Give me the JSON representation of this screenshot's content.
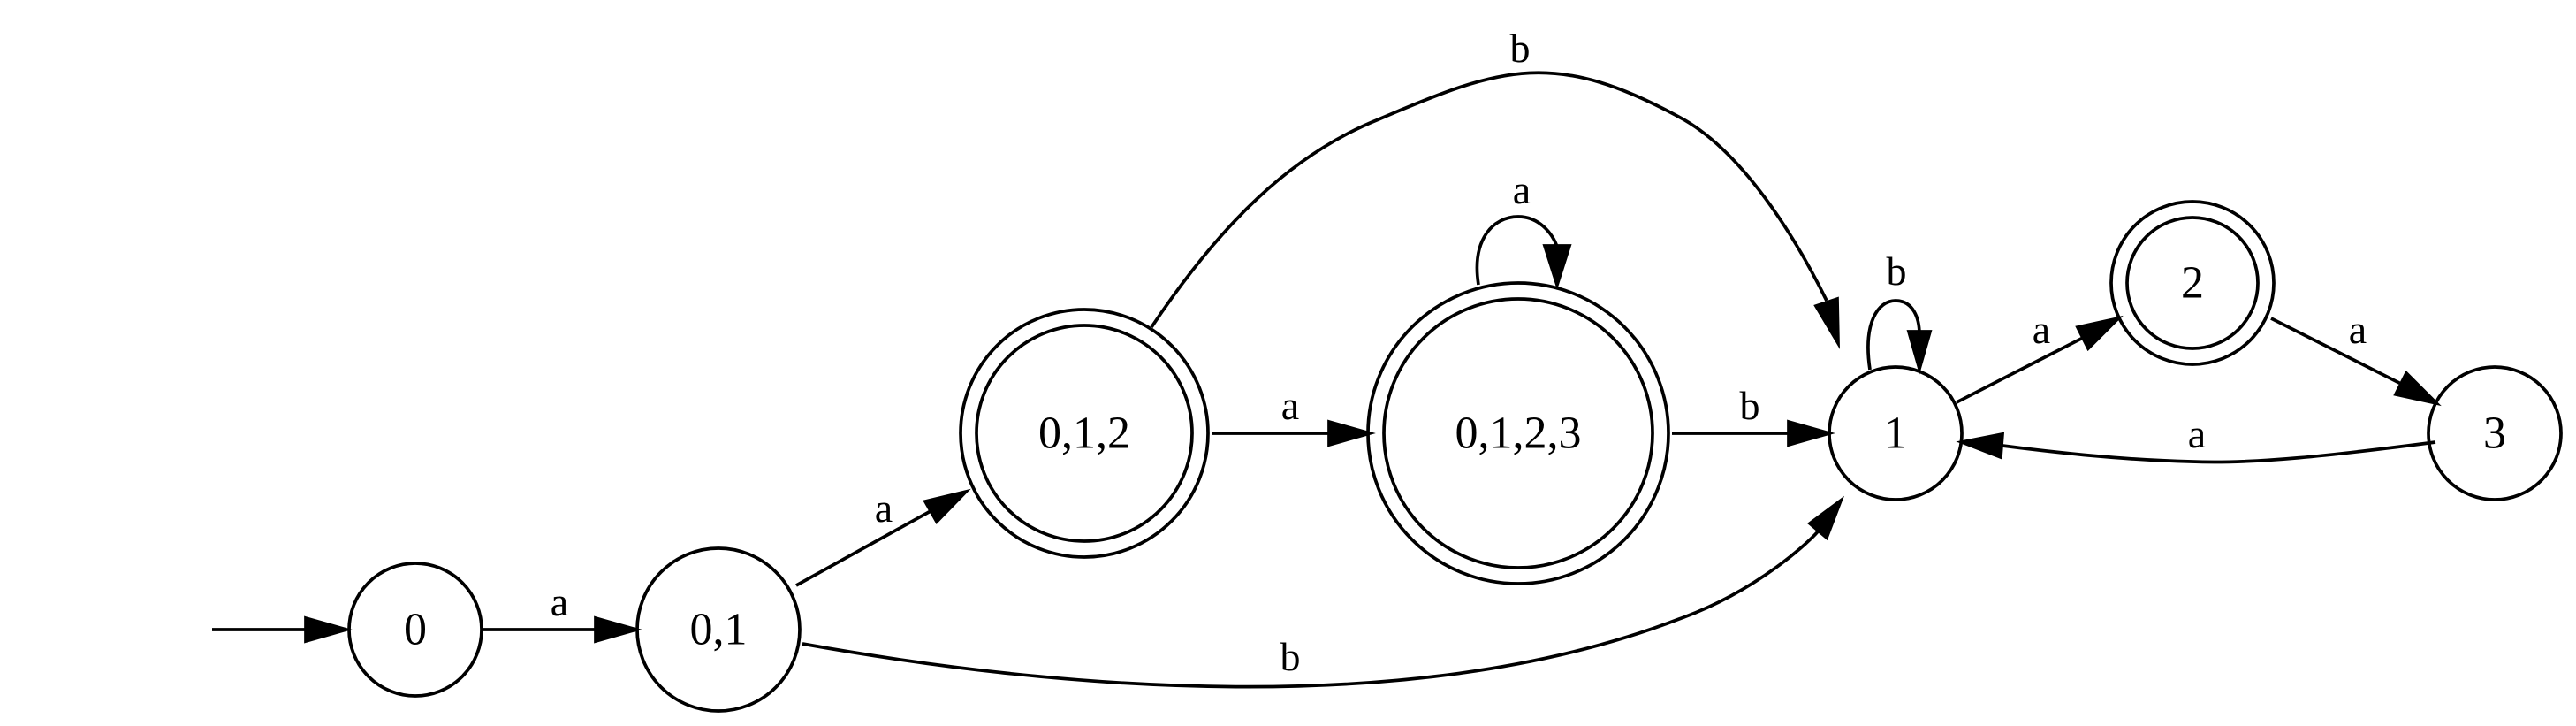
{
  "diagram": {
    "states": [
      {
        "id": "s0",
        "label": "0",
        "accepting": false,
        "initial": true
      },
      {
        "id": "s01",
        "label": "0,1",
        "accepting": false,
        "initial": false
      },
      {
        "id": "s012",
        "label": "0,1,2",
        "accepting": true,
        "initial": false
      },
      {
        "id": "s0123",
        "label": "0,1,2,3",
        "accepting": true,
        "initial": false
      },
      {
        "id": "s1",
        "label": "1",
        "accepting": false,
        "initial": false
      },
      {
        "id": "s2",
        "label": "2",
        "accepting": true,
        "initial": false
      },
      {
        "id": "s3",
        "label": "3",
        "accepting": false,
        "initial": false
      }
    ],
    "transitions": [
      {
        "from": "s0",
        "to": "s01",
        "symbol": "a"
      },
      {
        "from": "s01",
        "to": "s012",
        "symbol": "a"
      },
      {
        "from": "s01",
        "to": "s1",
        "symbol": "b"
      },
      {
        "from": "s012",
        "to": "s0123",
        "symbol": "a"
      },
      {
        "from": "s012",
        "to": "s1",
        "symbol": "b"
      },
      {
        "from": "s0123",
        "to": "s0123",
        "symbol": "a"
      },
      {
        "from": "s0123",
        "to": "s1",
        "symbol": "b"
      },
      {
        "from": "s1",
        "to": "s1",
        "symbol": "b"
      },
      {
        "from": "s1",
        "to": "s2",
        "symbol": "a"
      },
      {
        "from": "s2",
        "to": "s3",
        "symbol": "a"
      },
      {
        "from": "s3",
        "to": "s1",
        "symbol": "a"
      }
    ]
  }
}
